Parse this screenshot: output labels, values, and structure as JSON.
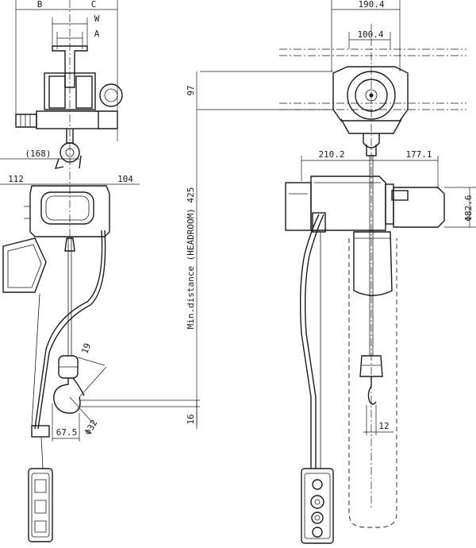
{
  "side_view": {
    "dim_b": "B",
    "dim_c": "C",
    "dim_w": "W",
    "dim_a": "A",
    "dim_hook_reach": "(168)",
    "dim_left_body": "112",
    "dim_right_body": "104",
    "dim_hook_throat": "19",
    "dim_hook_bottom": "67.5",
    "dim_hook_dia": "Φ32"
  },
  "center": {
    "dim_top": "97",
    "headroom_label": "Min.distance (HEADROOM) 425",
    "dim_bottom": "16"
  },
  "front_view": {
    "dim_trolley_width": "190.4",
    "dim_trolley_inner": "100.4",
    "dim_body_left": "210.2",
    "dim_body_right": "177.1",
    "dim_motor_dia": "Φ82.6",
    "dim_chain_offset": "12"
  },
  "colors": {
    "line": "#1a1a1a",
    "background": "#ffffff"
  }
}
